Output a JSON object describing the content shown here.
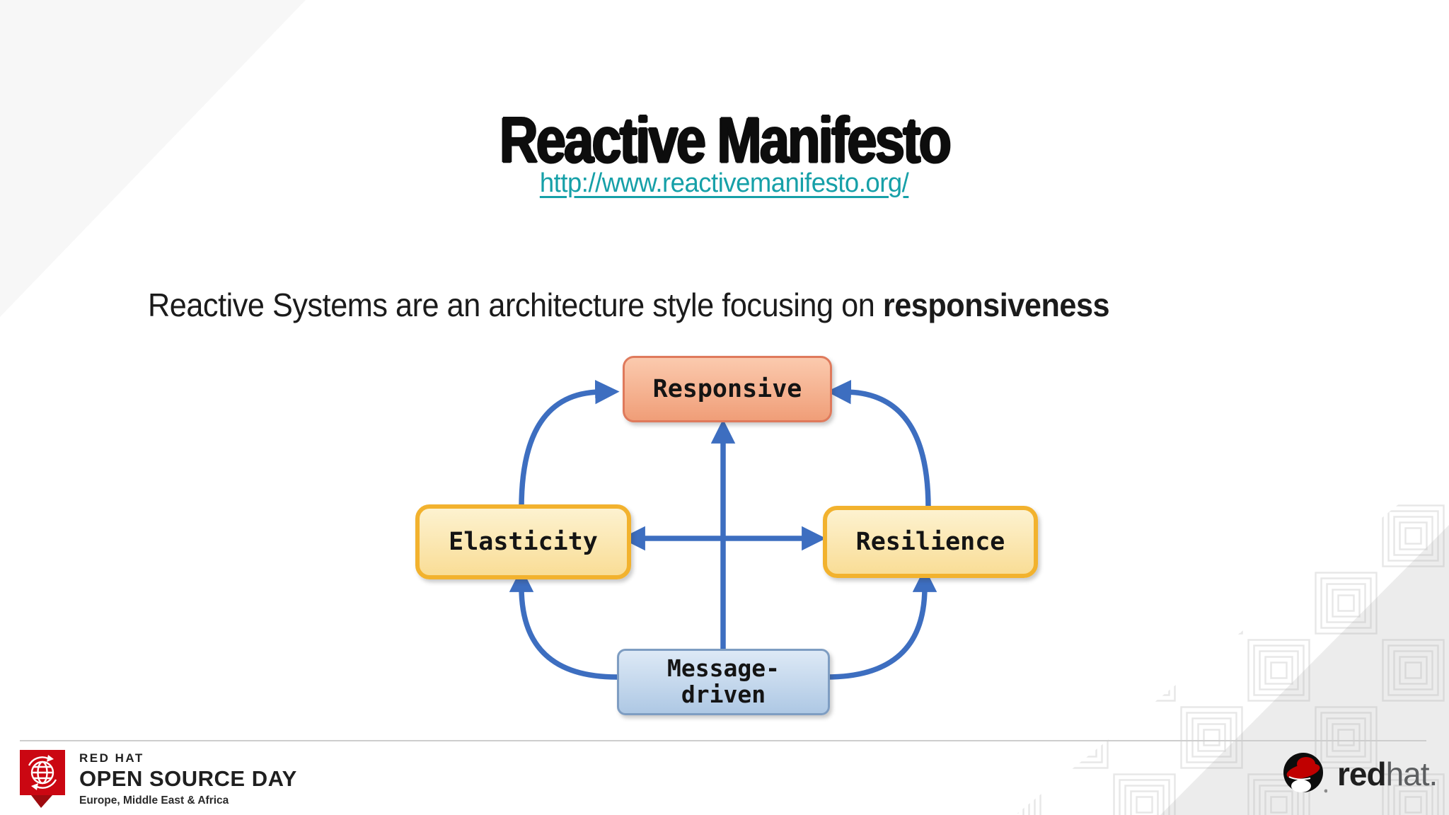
{
  "slide": {
    "title": "Reactive Manifesto",
    "url": "http://www.reactivemanifesto.org/",
    "statement": {
      "prefix": "Reactive Systems are an architecture style focusing on ",
      "emphasis": "responsiveness"
    }
  },
  "diagram": {
    "nodes": [
      {
        "id": "responsive",
        "label": "Responsive",
        "fill": "#f5ab87",
        "border": "#df7a5c"
      },
      {
        "id": "elasticity",
        "label": "Elasticity",
        "fill": "#fbe7ae",
        "border": "#f2b22e"
      },
      {
        "id": "resilience",
        "label": "Resilience",
        "fill": "#fbe7ae",
        "border": "#f2b22e"
      },
      {
        "id": "message-driven",
        "label": "Message-driven",
        "line1": "Message-",
        "line2": "driven",
        "fill": "#c3d6ec",
        "border": "#7e9dc2"
      }
    ],
    "edges": [
      {
        "from": "message-driven",
        "to": "responsive",
        "style": "straight-vertical"
      },
      {
        "from": "elasticity",
        "to": "resilience",
        "style": "straight-horizontal-double-headed"
      },
      {
        "from": "elasticity",
        "to": "responsive",
        "style": "arc"
      },
      {
        "from": "resilience",
        "to": "responsive",
        "style": "arc"
      },
      {
        "from": "message-driven",
        "to": "elasticity",
        "style": "arc"
      },
      {
        "from": "message-driven",
        "to": "resilience",
        "style": "arc"
      }
    ],
    "arrow_color": "#3d6ec0"
  },
  "footer": {
    "left_logo": {
      "brand": "RED HAT",
      "event": "OPEN SOURCE DAY",
      "region": "Europe, Middle East & Africa",
      "badge_color": "#cb0712"
    },
    "right_logo": {
      "word_bold": "red",
      "word_light": "hat",
      "period": "."
    }
  },
  "colors": {
    "link": "#16a0a8",
    "title": "#0d0d0d",
    "body_text": "#1b1b1b",
    "bg_triangle": "#f7f7f7",
    "footer_divider": "#cdcdcd",
    "arrow_blue": "#3d6ec0",
    "redhat_red": "#cc0000"
  }
}
